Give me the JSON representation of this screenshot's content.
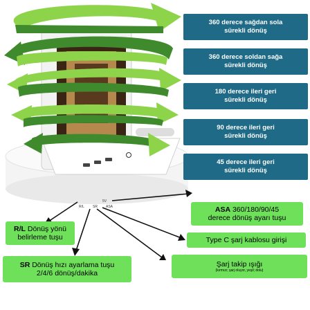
{
  "features": [
    {
      "line1": "360 derece sağdan sola",
      "line2": "sürekli  dönüş"
    },
    {
      "line1": "360 derece soldan sağa",
      "line2": "sürekli  dönüş"
    },
    {
      "line1": "180 derece ileri geri",
      "line2": "sürekli dönüş"
    },
    {
      "line1": "90 derece ileri geri",
      "line2": "sürekli dönüş"
    },
    {
      "line1": "45 derece ileri geri",
      "line2": "sürekli dönüş"
    }
  ],
  "callouts": {
    "asa": {
      "bold": "ASA",
      "rest": " 360/180/90/45",
      "line2": "derece dönüş ayarı tuşu"
    },
    "rl": {
      "bold": "R/L",
      "rest": " Dönüş yönü",
      "line2": "belirleme tuşu"
    },
    "typec": {
      "text": "Type C şarj kablosu girişi"
    },
    "sr": {
      "bold": "SR",
      "rest": " Dönüş hızı ayarlama tuşu",
      "line2": "2/4/6 dönüş/dakika"
    },
    "charge": {
      "line1": "Şarj takip ışığı",
      "line2": "(kırmızı; şarj oluyor, yeşil; dolu)"
    }
  },
  "base_labels": {
    "rl": "R/L",
    "sr": "SR",
    "asa": "ASA",
    "port": "5V"
  },
  "colors": {
    "arrow_light": "#8ed44a",
    "arrow_dark": "#3f8a2c",
    "box_blue": "#1e6a87",
    "box_green": "#6ee05a"
  }
}
